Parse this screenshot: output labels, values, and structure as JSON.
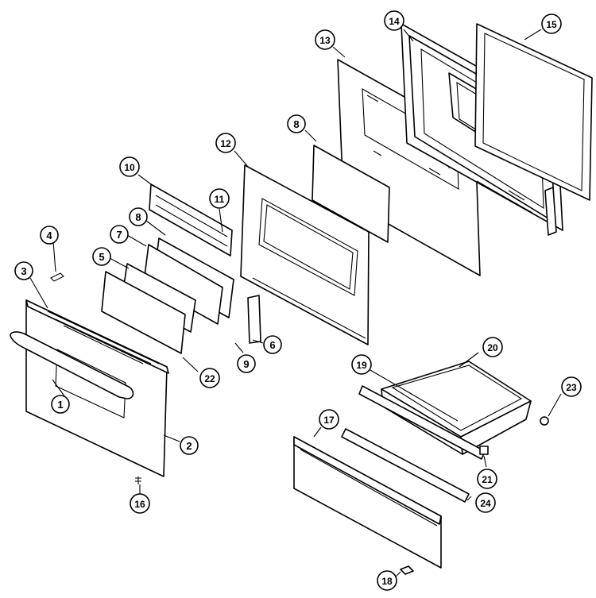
{
  "diagram": {
    "callouts": [
      {
        "id": "c1",
        "label": "1"
      },
      {
        "id": "c2",
        "label": "2"
      },
      {
        "id": "c3",
        "label": "3"
      },
      {
        "id": "c4",
        "label": "4"
      },
      {
        "id": "c5",
        "label": "5"
      },
      {
        "id": "c6",
        "label": "6"
      },
      {
        "id": "c7",
        "label": "7"
      },
      {
        "id": "c8a",
        "label": "8"
      },
      {
        "id": "c8b",
        "label": "8"
      },
      {
        "id": "c9",
        "label": "9"
      },
      {
        "id": "c10",
        "label": "10"
      },
      {
        "id": "c11",
        "label": "11"
      },
      {
        "id": "c12",
        "label": "12"
      },
      {
        "id": "c13",
        "label": "13"
      },
      {
        "id": "c14",
        "label": "14"
      },
      {
        "id": "c15",
        "label": "15"
      },
      {
        "id": "c16",
        "label": "16"
      },
      {
        "id": "c17",
        "label": "17"
      },
      {
        "id": "c18",
        "label": "18"
      },
      {
        "id": "c19",
        "label": "19"
      },
      {
        "id": "c20",
        "label": "20"
      },
      {
        "id": "c21",
        "label": "21"
      },
      {
        "id": "c22",
        "label": "22"
      },
      {
        "id": "c23",
        "label": "23"
      },
      {
        "id": "c24",
        "label": "24"
      }
    ]
  }
}
